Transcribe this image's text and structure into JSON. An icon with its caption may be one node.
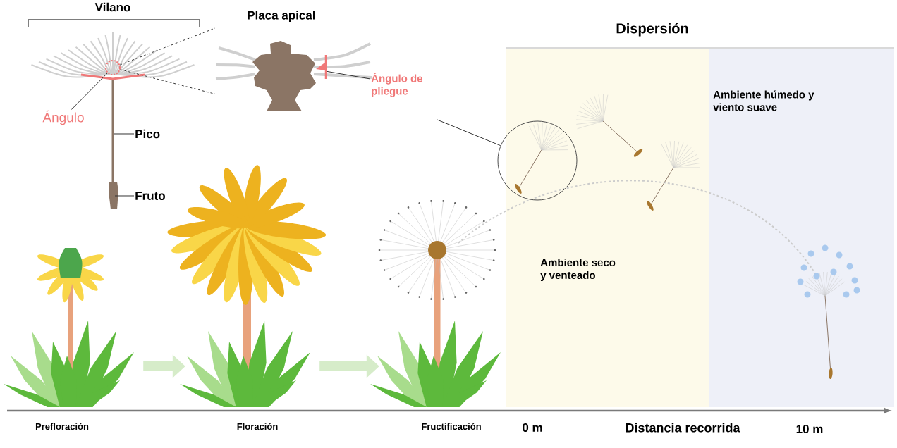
{
  "diagram": {
    "nodes": [
      {
        "text": [
          "Placa apical"
        ]
      },
      {
        "text": [],
        "shape": "circle"
      },
      {
        "text": [
          "Ángulo de pliegue"
        ]
      },
      {
        "text": [
          "Ángulo"
        ]
      },
      {
        "text": [
          "Pico"
        ]
      },
      {
        "text": [
          "Fruto"
        ]
      },
      {
        "text": [],
        "shape": "circle"
      },
      {
        "text": [
          "Prefloración"
        ]
      },
      {
        "text": [
          "Floración"
        ]
      },
      {
        "text": [
          "Fructificación"
        ]
      }
    ],
    "edges": [
      {
        "from": 1,
        "to": 0,
        "arrow": "none",
        "style": "dashed"
      },
      {
        "from": 1,
        "to": 0,
        "arrow": "none",
        "style": "dashed"
      },
      {
        "from": 2,
        "to": 0,
        "arrow": "none"
      },
      {
        "from": 3,
        "to": 1,
        "arrow": "none"
      },
      {
        "from": 4,
        "to": null,
        "arrow": "none"
      },
      {
        "from": 5,
        "to": null,
        "arrow": "none"
      },
      {
        "from": 6,
        "to": null,
        "arrow": "none"
      },
      {
        "from": 7,
        "to": 8,
        "arrow": "to",
        "style": "thick",
        "color": "#d6ecc9"
      },
      {
        "from": 8,
        "to": 9,
        "arrow": "to",
        "style": "thick",
        "color": "#d6ecc9"
      }
    ],
    "labels": [
      "Vilano",
      "Dispersión",
      "Ambiente húmedo y viento suave",
      "Ambiente seco y venteado",
      "0 m",
      "Distancia recorrida",
      "10 m"
    ]
  }
}
